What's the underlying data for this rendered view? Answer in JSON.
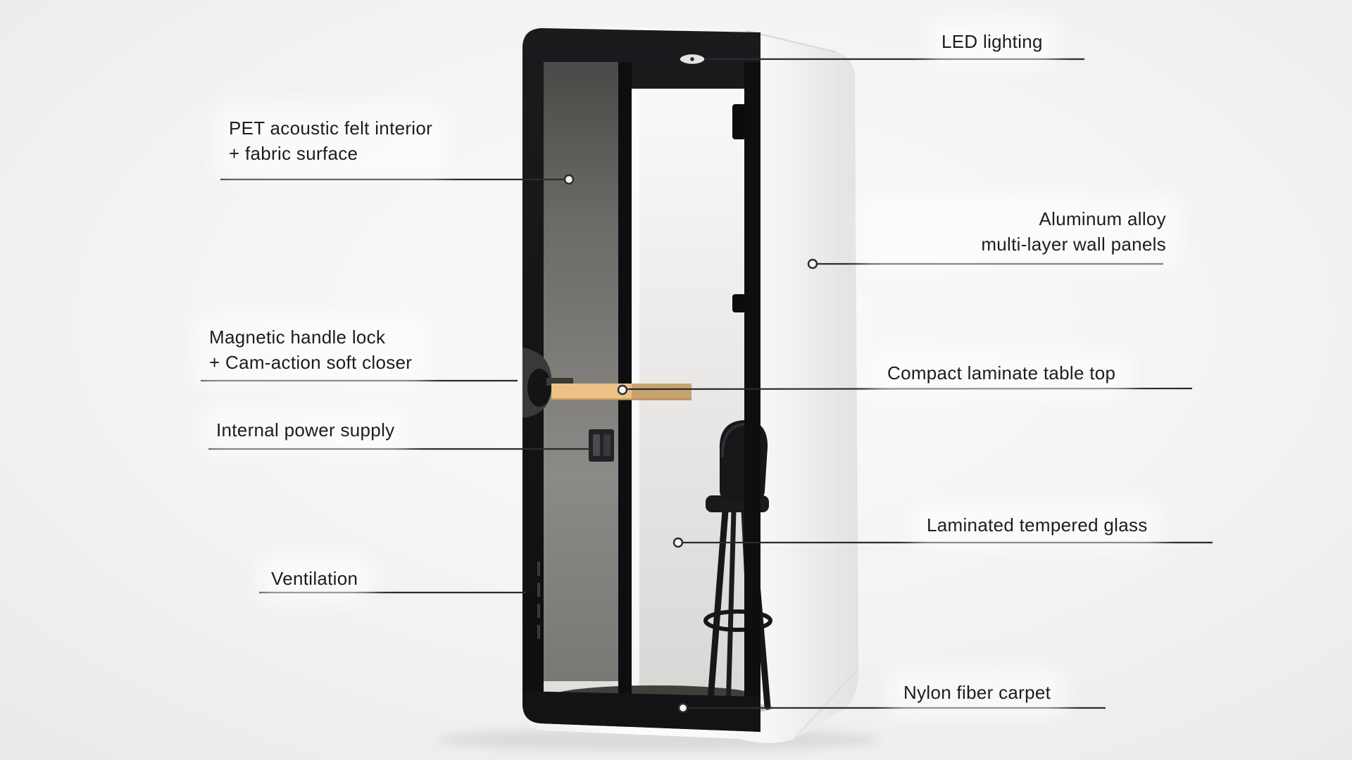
{
  "diagram_title": "Office phone booth feature callout diagram",
  "colors": {
    "background": "#f2f1ef",
    "leader_line": "#2b2b2b",
    "label_text": "#1d1d1d",
    "booth_frame": "#131315",
    "booth_shell": "#fcfcfb",
    "interior_felt": "#6e6d6a",
    "table_top": "#eec189",
    "carpet": "#413f3b"
  },
  "labels": {
    "led": {
      "line1": "LED lighting"
    },
    "pet": {
      "line1": "PET acoustic felt interior",
      "line2": "+ fabric surface"
    },
    "aluminum": {
      "line1": "Aluminum alloy",
      "line2": "multi-layer wall panels"
    },
    "magnetic": {
      "line1": "Magnetic handle lock",
      "line2": "+ Cam-action soft closer"
    },
    "tabletop": {
      "line1": "Compact laminate table top"
    },
    "power": {
      "line1": "Internal power supply"
    },
    "glass": {
      "line1": "Laminated tempered glass"
    },
    "vent": {
      "line1": "Ventilation"
    },
    "carpet": {
      "line1": "Nylon fiber carpet"
    }
  },
  "booth_parts": [
    "led-light-fixture",
    "acoustic-felt-panel",
    "wall-panel",
    "door-handle",
    "table-top",
    "power-outlet",
    "glass-door",
    "ventilation-slots",
    "carpet",
    "stool-chair"
  ]
}
